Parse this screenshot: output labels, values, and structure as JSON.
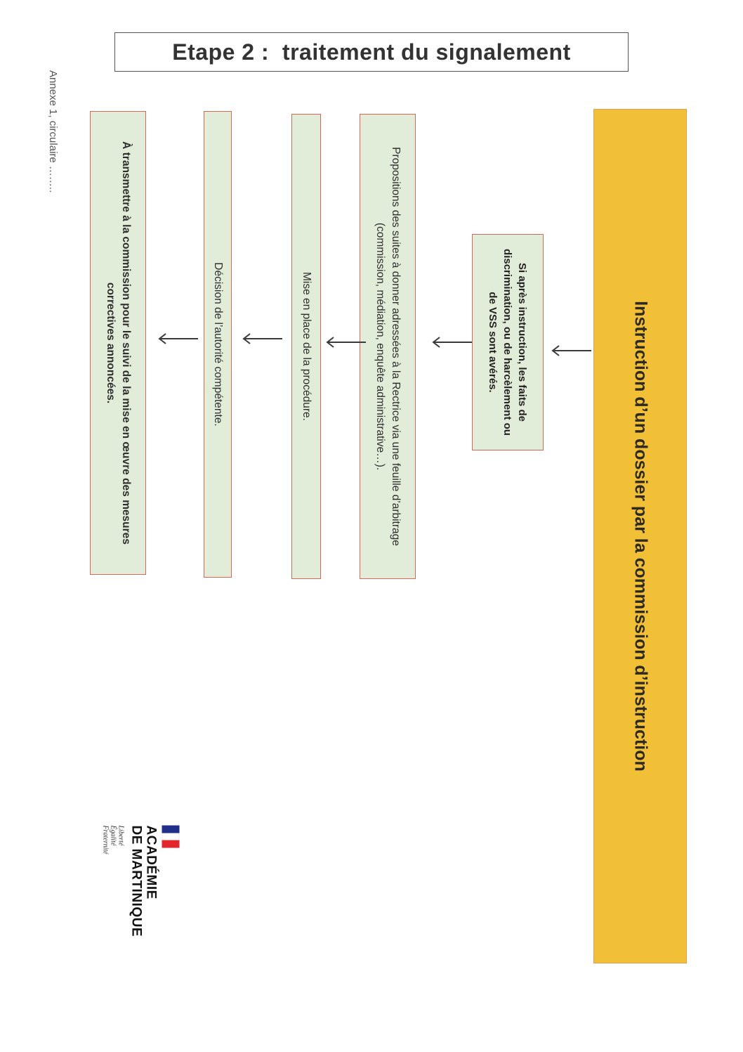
{
  "header": {
    "title": "Etape 2 :  traitement du signalement"
  },
  "side_note": "Annexe 1, circulaire ……..",
  "diagram": {
    "main_box": "Instruction d’un dossier par la commission d’instruction",
    "condition_box": "Si après instruction, les faits de discrimination, ou de harcèlement ou de VSS sont avérés.",
    "steps": [
      "Propositions des suites à donner adressées à la Rectrice via une feuille d’arbitrage (commission, médiation, enquête administrative…).",
      "Mise en place de la procédure.",
      "Décision de l’autorité compétente.",
      "À transmettre à la commission pour le suivi de la mise en œuvre des mesures correctives annoncées."
    ]
  },
  "logo": {
    "name_line1": "ACADÉMIE",
    "name_line2": "DE MARTINIQUE",
    "motto": [
      "Liberté",
      "Égalité",
      "Fraternité"
    ]
  },
  "colors": {
    "main_box_fill": "#f2c037",
    "step_box_fill": "#e2edd9",
    "box_border": "#cf6a5a",
    "arrow": "#3a3a3a"
  }
}
